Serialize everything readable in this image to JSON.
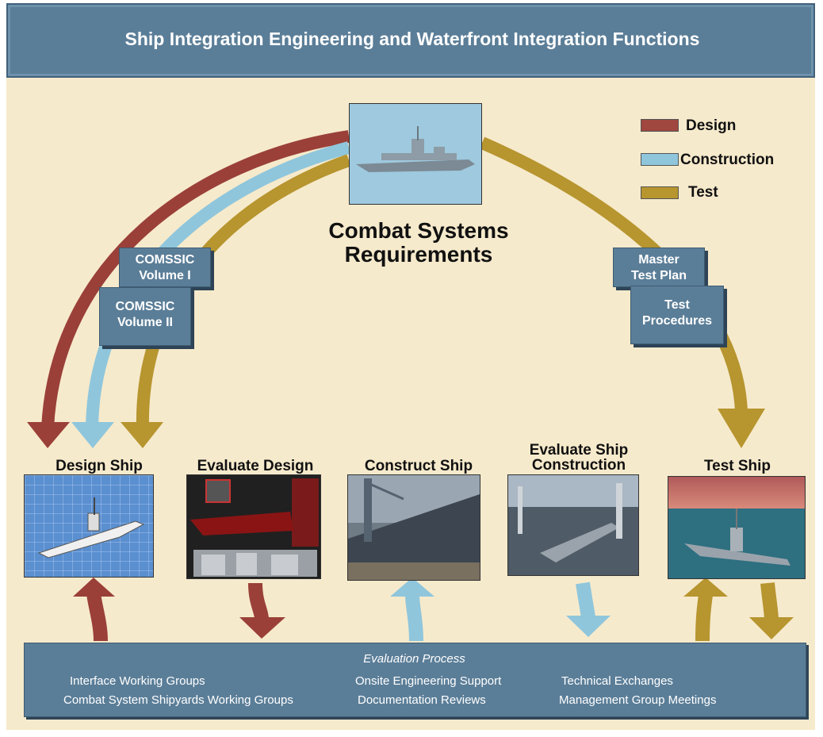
{
  "header": {
    "title": "Ship Integration Engineering and Waterfront Integration Functions"
  },
  "legend": {
    "items": [
      {
        "label": "Design",
        "color": "#a0473f"
      },
      {
        "label": "Construction",
        "color": "#8fc6dc"
      },
      {
        "label": "Test",
        "color": "#b7952f"
      }
    ]
  },
  "center": {
    "title_line1": "Combat Systems",
    "title_line2": "Requirements"
  },
  "docs": {
    "comssic1_line1": "COMSSIC",
    "comssic1_line2": "Volume I",
    "comssic2_line1": "COMSSIC",
    "comssic2_line2": "Volume II",
    "master_line1": "Master",
    "master_line2": "Test Plan",
    "procedures_line1": "Test",
    "procedures_line2": "Procedures"
  },
  "stages": {
    "design_ship": "Design Ship",
    "evaluate_design": "Evaluate Design",
    "construct_ship": "Construct Ship",
    "evaluate_construction_line1": "Evaluate Ship",
    "evaluate_construction_line2": "Construction",
    "test_ship": "Test Ship"
  },
  "evaluation": {
    "title": "Evaluation Process",
    "col1": [
      "Interface Working Groups",
      "Combat System Shipyards Working Groups"
    ],
    "col2": [
      "Onsite Engineering Support",
      "Documentation Reviews"
    ],
    "col3": [
      "Technical Exchanges",
      "Management Group Meetings"
    ]
  }
}
